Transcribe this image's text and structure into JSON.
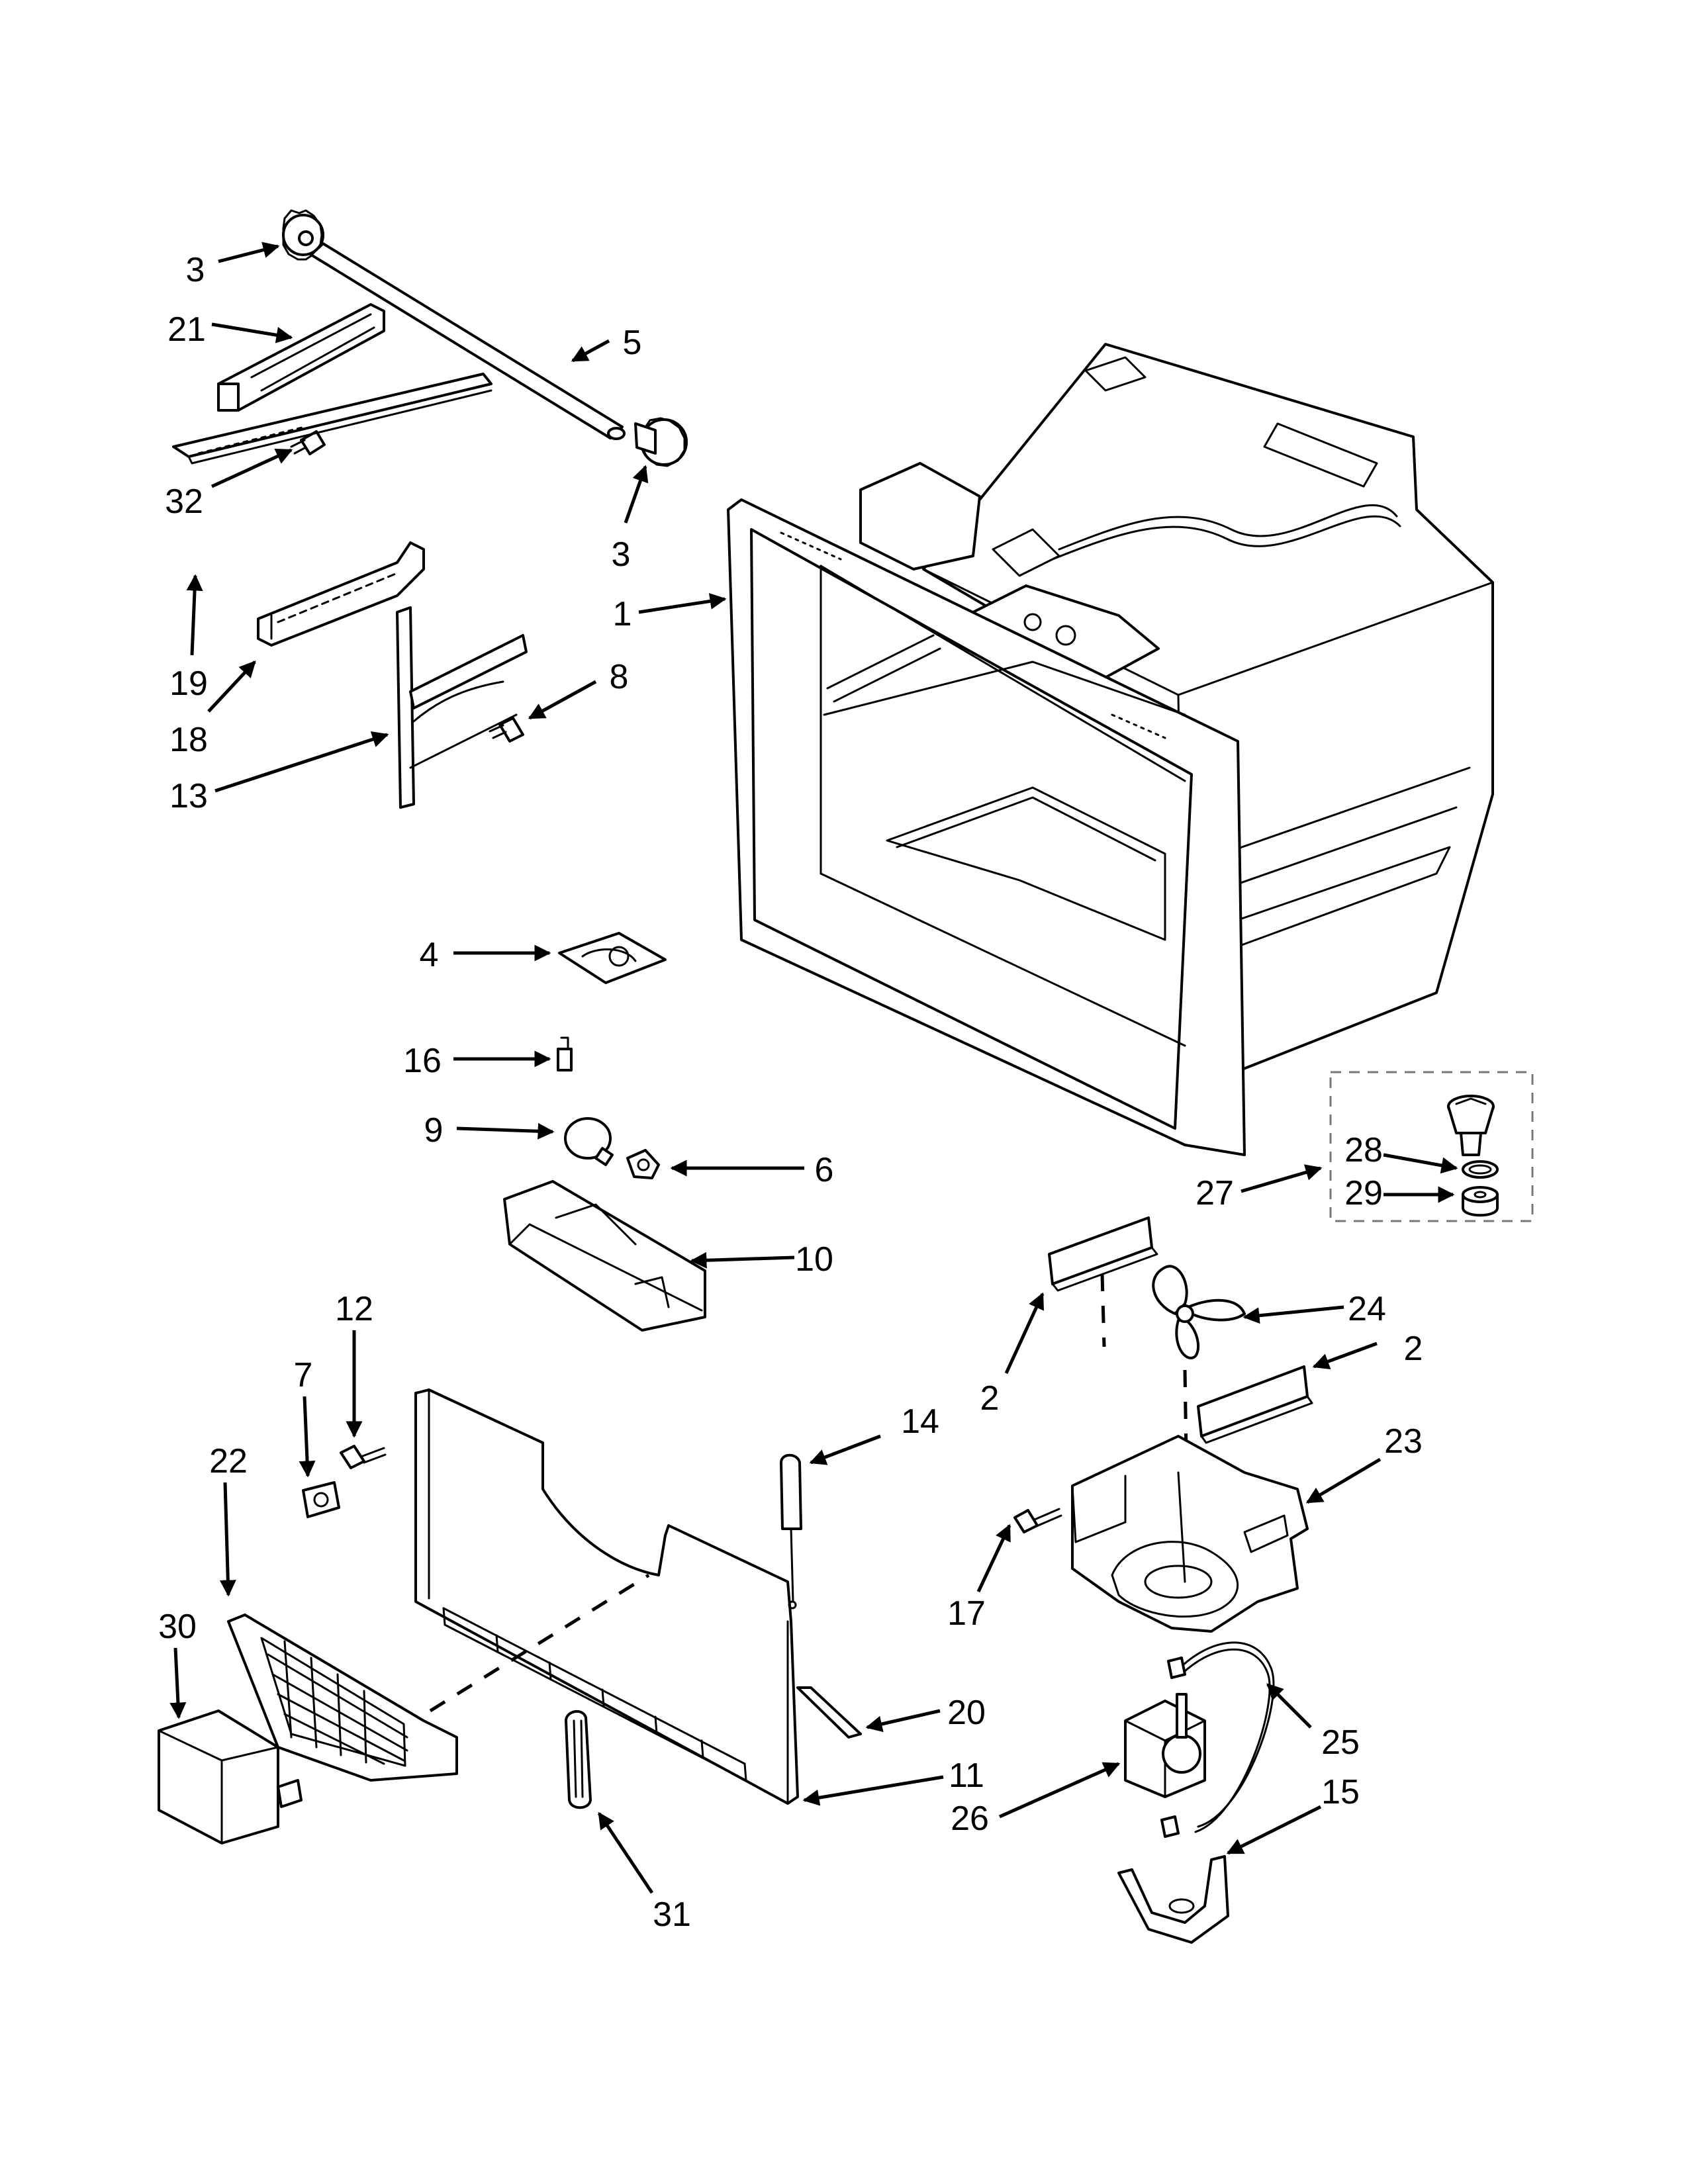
{
  "callouts": [
    {
      "id": "3a",
      "label": "3"
    },
    {
      "id": "21",
      "label": "21"
    },
    {
      "id": "5",
      "label": "5"
    },
    {
      "id": "32",
      "label": "32"
    },
    {
      "id": "3b",
      "label": "3"
    },
    {
      "id": "1",
      "label": "1"
    },
    {
      "id": "19",
      "label": "19"
    },
    {
      "id": "8",
      "label": "8"
    },
    {
      "id": "18",
      "label": "18"
    },
    {
      "id": "13",
      "label": "13"
    },
    {
      "id": "4",
      "label": "4"
    },
    {
      "id": "16",
      "label": "16"
    },
    {
      "id": "9",
      "label": "9"
    },
    {
      "id": "6",
      "label": "6"
    },
    {
      "id": "28",
      "label": "28"
    },
    {
      "id": "27",
      "label": "27"
    },
    {
      "id": "29",
      "label": "29"
    },
    {
      "id": "10",
      "label": "10"
    },
    {
      "id": "12",
      "label": "12"
    },
    {
      "id": "24",
      "label": "24"
    },
    {
      "id": "2a",
      "label": "2"
    },
    {
      "id": "2b",
      "label": "2"
    },
    {
      "id": "7",
      "label": "7"
    },
    {
      "id": "22",
      "label": "22"
    },
    {
      "id": "14",
      "label": "14"
    },
    {
      "id": "23",
      "label": "23"
    },
    {
      "id": "17",
      "label": "17"
    },
    {
      "id": "30",
      "label": "30"
    },
    {
      "id": "20",
      "label": "20"
    },
    {
      "id": "25",
      "label": "25"
    },
    {
      "id": "11",
      "label": "11"
    },
    {
      "id": "26",
      "label": "26"
    },
    {
      "id": "15",
      "label": "15"
    },
    {
      "id": "31",
      "label": "31"
    }
  ]
}
